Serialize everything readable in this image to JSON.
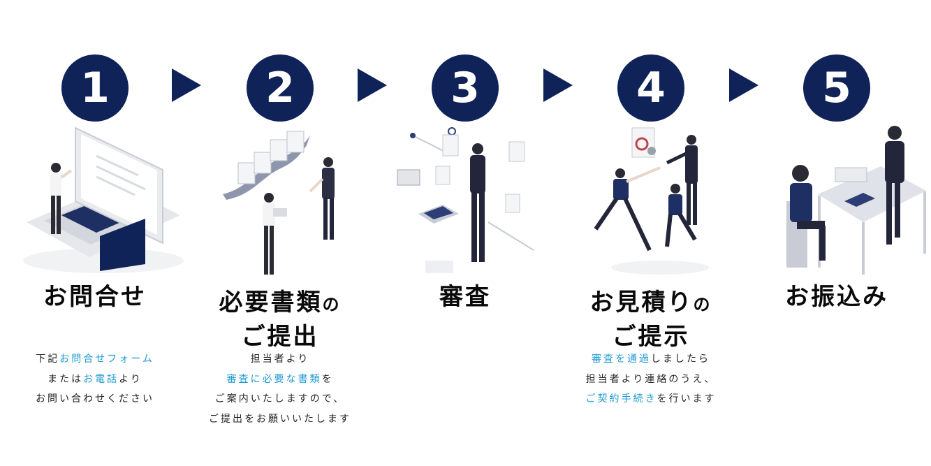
{
  "colors": {
    "navy": "#0f2358",
    "highlight": "#1f9bd1",
    "text": "#222222"
  },
  "steps": [
    {
      "number": "1",
      "title": "お問合せ",
      "desc": [
        [
          {
            "t": "下記",
            "h": false
          },
          {
            "t": "お問合せフォーム",
            "h": true
          }
        ],
        [
          {
            "t": "または",
            "h": false
          },
          {
            "t": "お電話",
            "h": true
          },
          {
            "t": "より",
            "h": false
          }
        ],
        [
          {
            "t": "お問い合わせください",
            "h": false
          }
        ]
      ]
    },
    {
      "number": "2",
      "title_line1_main": "必要書類",
      "title_line1_small": "の",
      "title_line2": "ご提出",
      "desc": [
        [
          {
            "t": "担当者より",
            "h": false
          }
        ],
        [
          {
            "t": "審査に必要な書類",
            "h": true
          },
          {
            "t": "を",
            "h": false
          }
        ],
        [
          {
            "t": "ご案内いたしますので、",
            "h": false
          }
        ],
        [
          {
            "t": "ご提出をお願いいたします",
            "h": false
          }
        ]
      ]
    },
    {
      "number": "3",
      "title": "審査"
    },
    {
      "number": "4",
      "title_line1_main": "お見積り",
      "title_line1_small": "の",
      "title_line2": "ご提示",
      "desc": [
        [
          {
            "t": "審査を通過",
            "h": true
          },
          {
            "t": "しましたら",
            "h": false
          }
        ],
        [
          {
            "t": "担当者より連絡のうえ、",
            "h": false
          }
        ],
        [
          {
            "t": "ご契約手続き",
            "h": true
          },
          {
            "t": "を行います",
            "h": false
          }
        ]
      ]
    },
    {
      "number": "5",
      "title": "お振込み"
    }
  ]
}
